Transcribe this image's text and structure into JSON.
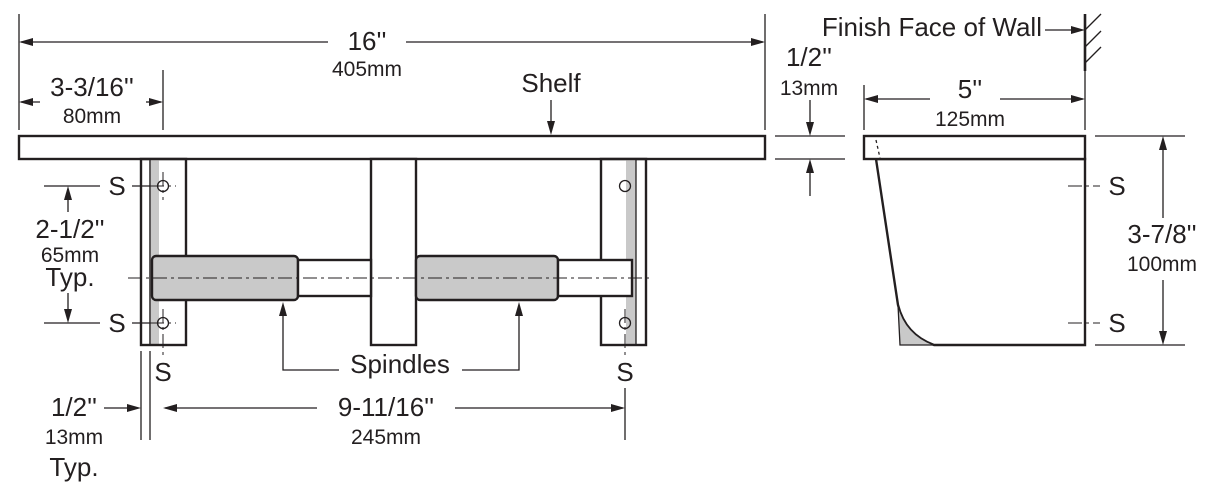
{
  "overall_width": {
    "imperial": "16''",
    "metric": "405mm"
  },
  "bracket_offset": {
    "imperial": "3-3/16''",
    "metric": "80mm"
  },
  "shelf_label": "Shelf",
  "shelf_thickness": {
    "imperial": "1/2''",
    "metric": "13mm"
  },
  "wall_label": "Finish Face of Wall",
  "depth": {
    "imperial": "5''",
    "metric": "125mm"
  },
  "height": {
    "imperial": "3-7/8''",
    "metric": "100mm"
  },
  "screw_spacing": {
    "imperial": "2-1/2''",
    "metric": "65mm",
    "note": "Typ."
  },
  "bracket_thickness": {
    "imperial": "1/2''",
    "metric": "13mm",
    "note": "Typ."
  },
  "spindle_span": {
    "imperial": "9-11/16''",
    "metric": "245mm"
  },
  "spindles_label": "Spindles",
  "screw_symbol": "S",
  "colors": {
    "line": "#231f20",
    "shading": "#c9c9c9",
    "background": "#ffffff"
  }
}
